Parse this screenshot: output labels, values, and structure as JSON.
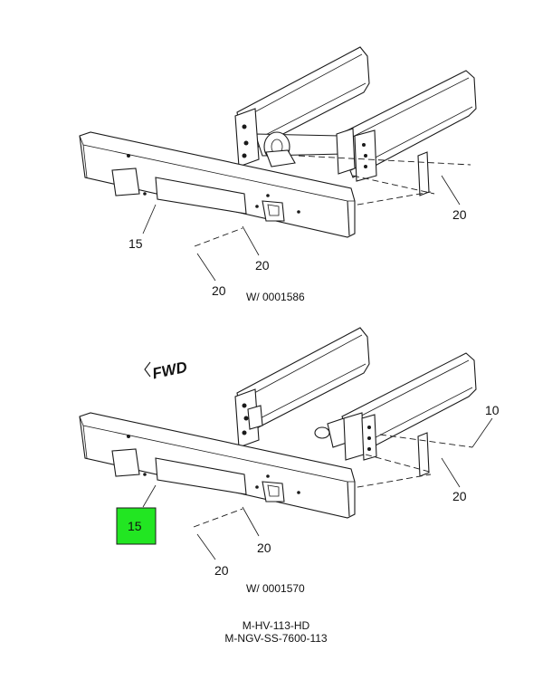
{
  "views": [
    {
      "id": "upper",
      "caption": "W/ 0001586",
      "callouts": [
        {
          "text": "20",
          "where": "bracket-right"
        },
        {
          "text": "15",
          "where": "bumper-left"
        },
        {
          "text": "20",
          "where": "bumper-center"
        },
        {
          "text": "20",
          "where": "bumper-left-lower"
        }
      ]
    },
    {
      "id": "lower",
      "caption": "W/ 0001570",
      "direction_label": "FWD",
      "callouts": [
        {
          "text": "10",
          "where": "hook-right"
        },
        {
          "text": "20",
          "where": "bracket-right"
        },
        {
          "text": "15",
          "where": "bumper-left",
          "highlight": true,
          "highlight_color": "#22e622"
        },
        {
          "text": "20",
          "where": "bumper-center"
        },
        {
          "text": "20",
          "where": "bumper-left-lower"
        }
      ]
    }
  ],
  "footer": {
    "line1": "M-HV-113-HD",
    "line2": "M-NGV-SS-7600-113"
  }
}
